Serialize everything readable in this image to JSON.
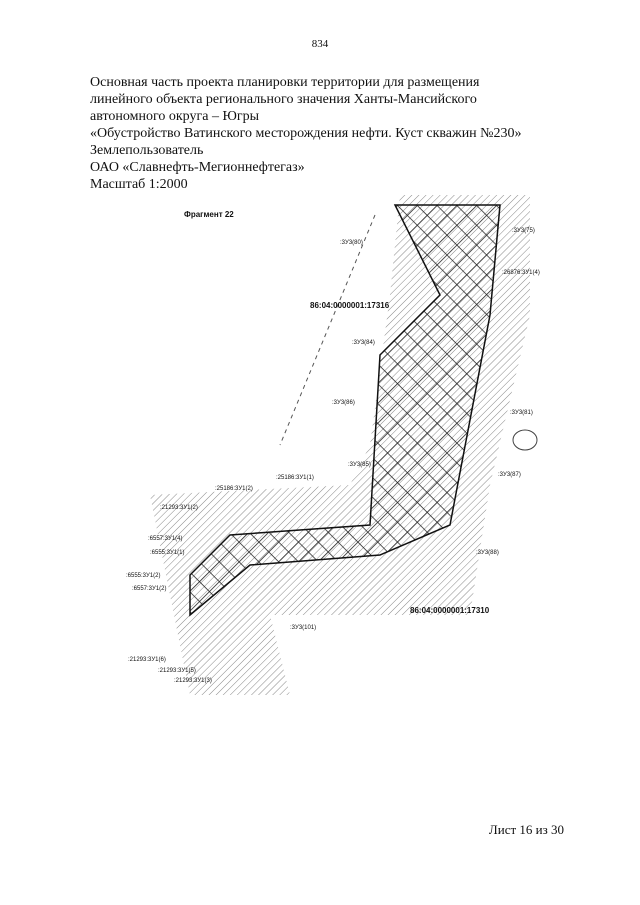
{
  "page_number": "834",
  "header": [
    "Основная часть проекта планировки территории для размещения",
    "линейного объекта регионального значения Ханты-Мансийского",
    "автономного округа – Югры",
    "«Обустройство Ватинского месторождения нефти. Куст скважин №230»",
    "Землепользователь",
    "ОАО «Славнефть-Мегионнефтегаз»",
    "Масштаб 1:2000"
  ],
  "map": {
    "fragment": "Фрагмент 22",
    "cad1": "86:04:0000001:17316",
    "cad2": "86:04:0000001:17310",
    "labels": [
      ":3У3(80)",
      ":3У3(84)",
      ":3У3(86)",
      ":3У3(85)",
      ":25186:3У1(1)",
      ":25186:3У1(2)",
      ":21293:3У1(2)",
      ":6557:3У1(4)",
      ":6555:3У1(1)",
      ":6555:3У1(2)",
      ":6557:3У1(2)",
      ":3У3(101)",
      ":21293:3У1(6)",
      ":21293:3У1(5)",
      ":21293:3У1(3)",
      ":3У3(75)",
      ":26876:3У1(4)",
      ":3У3(81)",
      ":3У3(87)",
      ":3У3(88)"
    ]
  },
  "footer": "Лист 16 из 30"
}
